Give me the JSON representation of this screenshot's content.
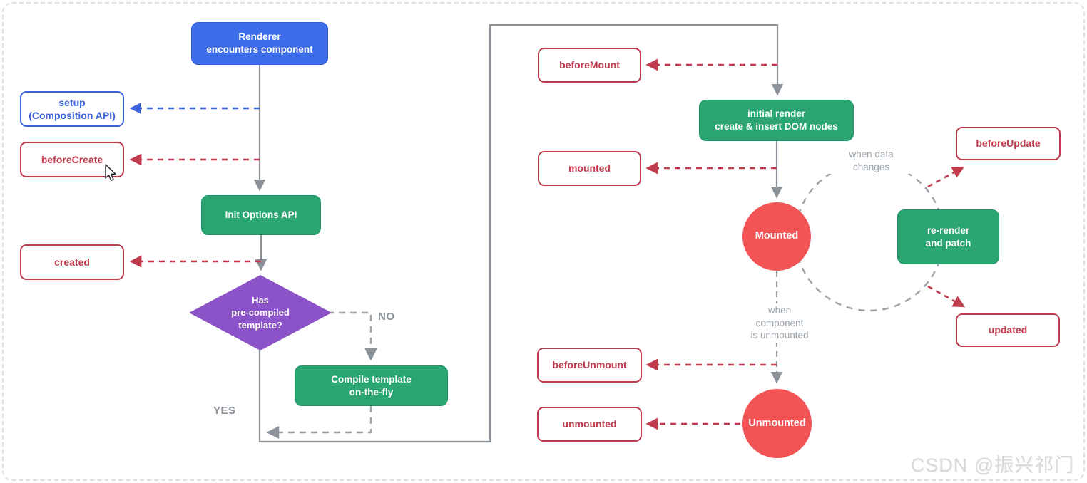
{
  "nodes": {
    "renderer": {
      "line1": "Renderer",
      "line2": "encounters component"
    },
    "setup": {
      "line1": "setup",
      "line2": "(Composition API)"
    },
    "beforeCreate": {
      "label": "beforeCreate"
    },
    "initOptionsApi": {
      "label": "Init Options API"
    },
    "created": {
      "label": "created"
    },
    "hasPrecompiledTemplate": {
      "line1": "Has",
      "line2": "pre-compiled",
      "line3": "template?"
    },
    "compileTemplate": {
      "line1": "Compile template",
      "line2": "on-the-fly"
    },
    "beforeMount": {
      "label": "beforeMount"
    },
    "initialRender": {
      "line1": "initial render",
      "line2": "create & insert DOM nodes"
    },
    "mounted": {
      "label": "mounted"
    },
    "mountedState": {
      "label": "Mounted"
    },
    "beforeUpdate": {
      "label": "beforeUpdate"
    },
    "reRender": {
      "line1": "re-render",
      "line2": "and patch"
    },
    "updated": {
      "label": "updated"
    },
    "beforeUnmount": {
      "label": "beforeUnmount"
    },
    "unmounted": {
      "label": "unmounted"
    },
    "unmountedState": {
      "label": "Unmounted"
    }
  },
  "edge_labels": {
    "no": "NO",
    "yes": "YES",
    "when_data": {
      "line1": "when data",
      "line2": "changes"
    },
    "when_unmounted": {
      "line1": "when",
      "line2": "component",
      "line3": "is unmounted"
    }
  },
  "watermark": "CSDN @振兴祁门",
  "colors": {
    "blue_fill": "#3D6DE9",
    "blue_outline": "#3C63DB",
    "green_fill": "#2BA673",
    "purple_fill": "#8C52C7",
    "red_circle_fill": "#F25355",
    "red_outline": "#C03B4D",
    "gray_solid_line": "#8B9299",
    "gray_dashed_line": "#9AA1A8",
    "note_gray": "#9AA3AC",
    "watermark_gray": "#D9D9D9"
  }
}
